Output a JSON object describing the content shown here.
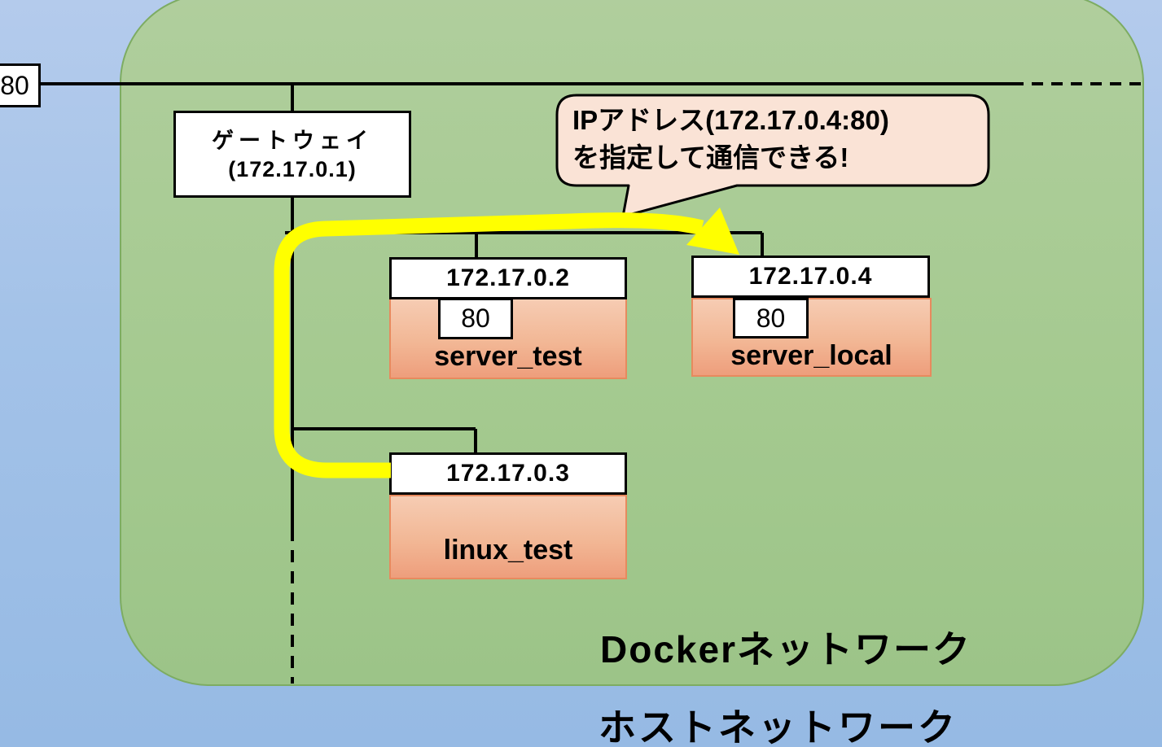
{
  "host_network": {
    "label": "ホストネットワーク",
    "port": "80"
  },
  "docker_network": {
    "label": "Dockerネットワーク"
  },
  "gateway": {
    "name": "ゲートウェイ",
    "ip": "(172.17.0.1)"
  },
  "containers": [
    {
      "name": "server_test",
      "ip": "172.17.0.2",
      "port": "80"
    },
    {
      "name": "server_local",
      "ip": "172.17.0.4",
      "port": "80"
    },
    {
      "name": "linux_test",
      "ip": "172.17.0.3"
    }
  ],
  "callout": {
    "line1": "IPアドレス(172.17.0.4:80)",
    "line2": "を指定して通信できる!"
  },
  "colors": {
    "host_blue": "#a4c2e8",
    "docker_green": "#a6ca92",
    "container_orange": "#ee9e7c",
    "container_orange_light": "#f6ccb3",
    "arrow_yellow": "#ffff00",
    "callout_peach": "#fae3d6",
    "line_black": "#000000"
  }
}
